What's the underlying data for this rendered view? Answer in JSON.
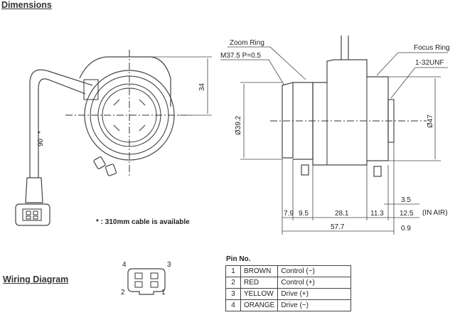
{
  "headings": {
    "dimensions": "Dimensions",
    "wiring": "Wiring Diagram"
  },
  "front_view": {
    "dim_height": "34",
    "dim_cable": "90",
    "cable_mark": "*",
    "cable_note": "* : 310mm cable is available"
  },
  "side_view": {
    "zoom_ring": "Zoom Ring",
    "mount": "M37.5 P=0.5",
    "focus_ring": "Focus Ring",
    "thread": "1-32UNF",
    "dia_left": "Ø39.2",
    "dia_right": "Ø47",
    "d_7_9": "7.9",
    "d_9_5": "9.5",
    "d_28_1": "28.1",
    "d_11_3": "11.3",
    "d_12_5": "12.5",
    "d_3_5": "3.5",
    "d_57_7": "57.7",
    "d_0_9": "0.9",
    "in_air": "(IN AIR)"
  },
  "connector": {
    "pin_labels": [
      "4",
      "3",
      "2",
      "1"
    ]
  },
  "pin_table": {
    "title": "Pin No.",
    "rows": [
      {
        "num": "1",
        "color": "BROWN",
        "func": "Control (−)"
      },
      {
        "num": "2",
        "color": "RED",
        "func": "Control (+)"
      },
      {
        "num": "3",
        "color": "YELLOW",
        "func": "Drive (+)"
      },
      {
        "num": "4",
        "color": "ORANGE",
        "func": "Drive (−)"
      }
    ]
  }
}
